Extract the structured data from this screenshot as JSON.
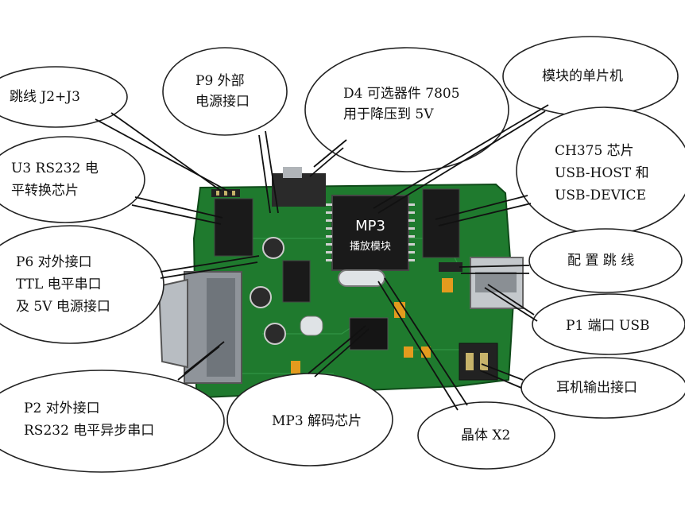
{
  "callouts": {
    "j2_j3": "跳线 J2+J3",
    "p9_line1": "P9 外部",
    "p9_line2": "电源接口",
    "d4_line1": "D4 可选器件 7805",
    "d4_line2": "用于降压到 5V",
    "mcu": "模块的单片机",
    "u3_line1": "U3 RS232 电",
    "u3_line2": "平转换芯片",
    "ch375_line1": "CH375 芯片",
    "ch375_line2": "USB-HOST 和",
    "ch375_line3": "USB-DEVICE",
    "p6_line1": "P6 对外接口",
    "p6_line2": "TTL 电平串口",
    "p6_line3": "及 5V 电源接口",
    "config": "配 置 跳 线",
    "p1": "P1 端口 USB",
    "earphone": "耳机输出接口",
    "p2_line1": "P2 对外接口",
    "p2_line2": "RS232 电平异步串口",
    "mp3_decoder": "MP3 解码芯片",
    "crystal": "晶体 X2"
  },
  "board": {
    "chip_top": "MP3",
    "chip_bottom": "播放模块",
    "colors": {
      "pcb": "#1f7a2e",
      "chip": "#1a1a1a",
      "connector": "#9aa0a6",
      "capacitor": "#e39b1e"
    }
  }
}
